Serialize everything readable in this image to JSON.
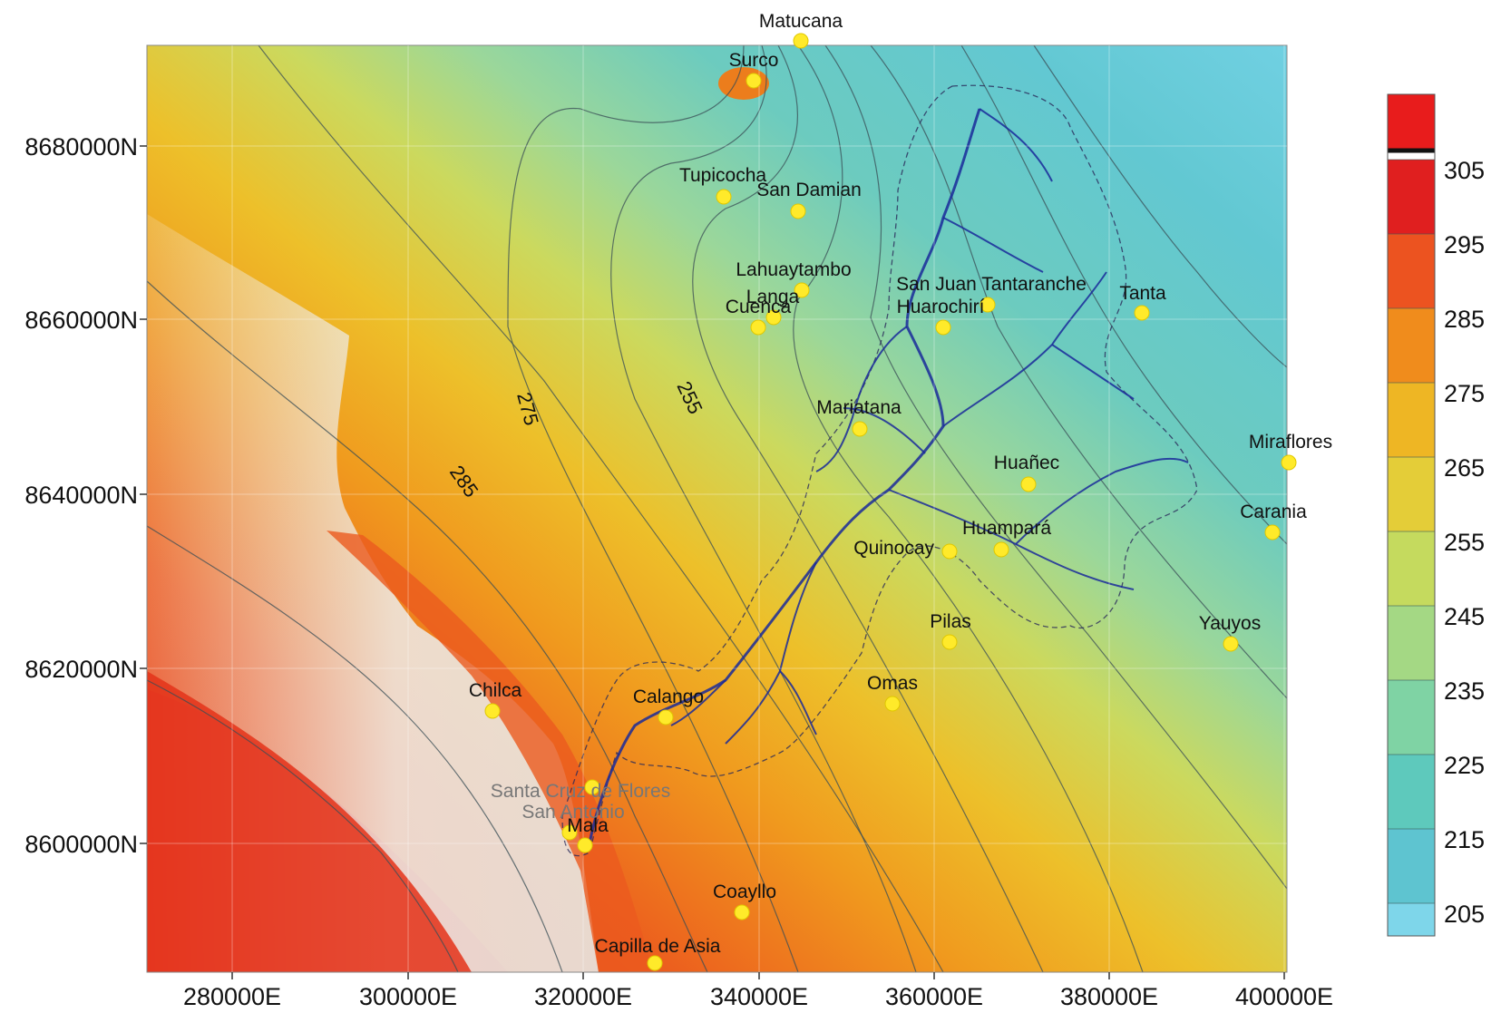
{
  "colors": {
    "warm": "#e8421c",
    "orange": "#f08a1c",
    "gold": "#ecc02a",
    "yellowgreen": "#c2d964",
    "green": "#94d59c",
    "teal": "#5ec7c1",
    "cyan": "#6fd0e4",
    "coast": "#ece8e2",
    "river": "#1a2a9a",
    "town": "#ffea2a"
  },
  "map": {
    "x_ticks": [
      "280000E",
      "300000E",
      "320000E",
      "340000E",
      "360000E",
      "380000E",
      "400000E"
    ],
    "y_ticks": [
      "8680000N",
      "8660000N",
      "8640000N",
      "8620000N",
      "8600000N"
    ]
  },
  "contour_labels": [
    "275",
    "255",
    "285"
  ],
  "towns": [
    {
      "id": "matucana",
      "name": "Matucana"
    },
    {
      "id": "surco",
      "name": "Surco"
    },
    {
      "id": "tupicocha",
      "name": "Tupicocha"
    },
    {
      "id": "san-damian",
      "name": "San Damian"
    },
    {
      "id": "lahuaytambo",
      "name": "Lahuaytambo"
    },
    {
      "id": "langa",
      "name": "Langa"
    },
    {
      "id": "cuenca",
      "name": "Cuenca"
    },
    {
      "id": "san-juan-tantaranche",
      "name": "San Juan Tantaranche"
    },
    {
      "id": "huarochiri",
      "name": "Huarochirí"
    },
    {
      "id": "tanta",
      "name": "Tanta"
    },
    {
      "id": "mariatana",
      "name": "Mariatana"
    },
    {
      "id": "huanec",
      "name": "Huañec"
    },
    {
      "id": "miraflores",
      "name": "Miraflores"
    },
    {
      "id": "carania",
      "name": "Carania"
    },
    {
      "id": "quinocay",
      "name": "Quinocay"
    },
    {
      "id": "huampara",
      "name": "Huampará"
    },
    {
      "id": "pilas",
      "name": "Pilas"
    },
    {
      "id": "yauyos",
      "name": "Yauyos"
    },
    {
      "id": "omas",
      "name": "Omas"
    },
    {
      "id": "chilca",
      "name": "Chilca"
    },
    {
      "id": "calango",
      "name": "Calango"
    },
    {
      "id": "santa-cruz-de-flores",
      "name": "Santa Cruz de Flores"
    },
    {
      "id": "san-antonio",
      "name": "San Antonio"
    },
    {
      "id": "mala",
      "name": "Mala"
    },
    {
      "id": "coayllo",
      "name": "Coayllo"
    },
    {
      "id": "capilla-de-asia",
      "name": "Capilla de Asia"
    }
  ],
  "legend": {
    "levels": [
      "305",
      "295",
      "285",
      "275",
      "265",
      "255",
      "245",
      "235",
      "225",
      "215",
      "205"
    ],
    "colors": [
      "#e01f1f",
      "#ec5320",
      "#f08c1c",
      "#eeb624",
      "#e4cd38",
      "#c5da5e",
      "#a4d884",
      "#7fd3a4",
      "#5ec9bc",
      "#5ec4d0",
      "#7ed6ea"
    ]
  }
}
